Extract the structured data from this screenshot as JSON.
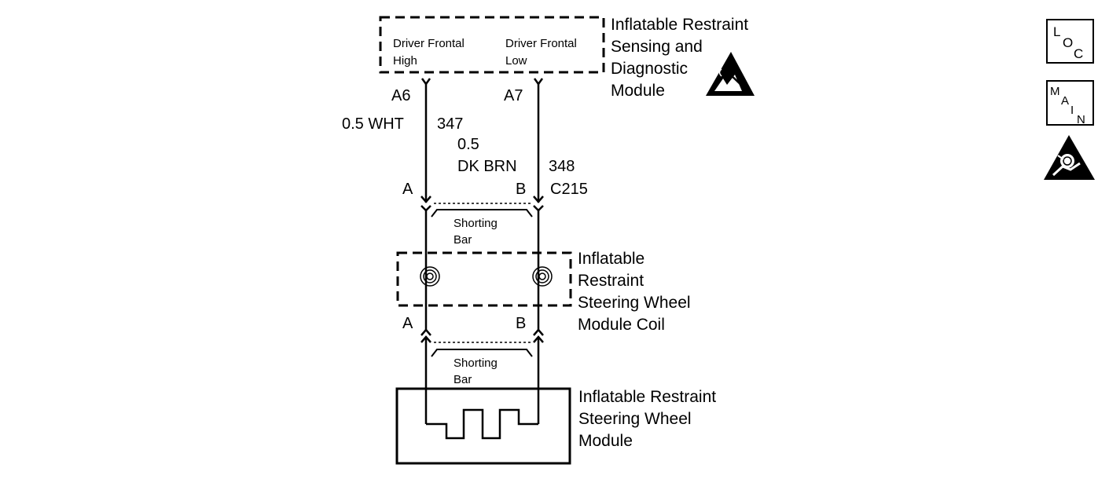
{
  "module_top": {
    "name_lines": [
      "Inflatable Restraint",
      "Sensing and",
      "Diagnostic",
      "Module"
    ],
    "pin_left_label_lines": [
      "Driver Frontal",
      "High"
    ],
    "pin_right_label_lines": [
      "Driver Frontal",
      "Low"
    ],
    "pin_left": "A6",
    "pin_right": "A7"
  },
  "wires": {
    "left_size_color": "0.5 WHT",
    "left_circuit": "347",
    "right_size": "0.5",
    "right_color": "DK BRN",
    "right_circuit": "348"
  },
  "connector_c215": {
    "name": "C215",
    "pin_left": "A",
    "pin_right": "B",
    "shorting_bar_lines": [
      "Shorting",
      "Bar"
    ]
  },
  "coil": {
    "name_lines": [
      "Inflatable",
      "Restraint",
      "Steering Wheel",
      "Module Coil"
    ],
    "pin_left": "A",
    "pin_right": "B",
    "shorting_bar_lines": [
      "Shorting",
      "Bar"
    ]
  },
  "module_bottom": {
    "name_lines": [
      "Inflatable Restraint",
      "Steering Wheel",
      "Module"
    ]
  },
  "side_icons": {
    "loc_letters": [
      "L",
      "O",
      "C"
    ],
    "main_letters": [
      "M",
      "A",
      "I",
      "N"
    ],
    "airbag_icon": "airbag-warning-icon",
    "esd_icon": "esd-warning-icon"
  }
}
